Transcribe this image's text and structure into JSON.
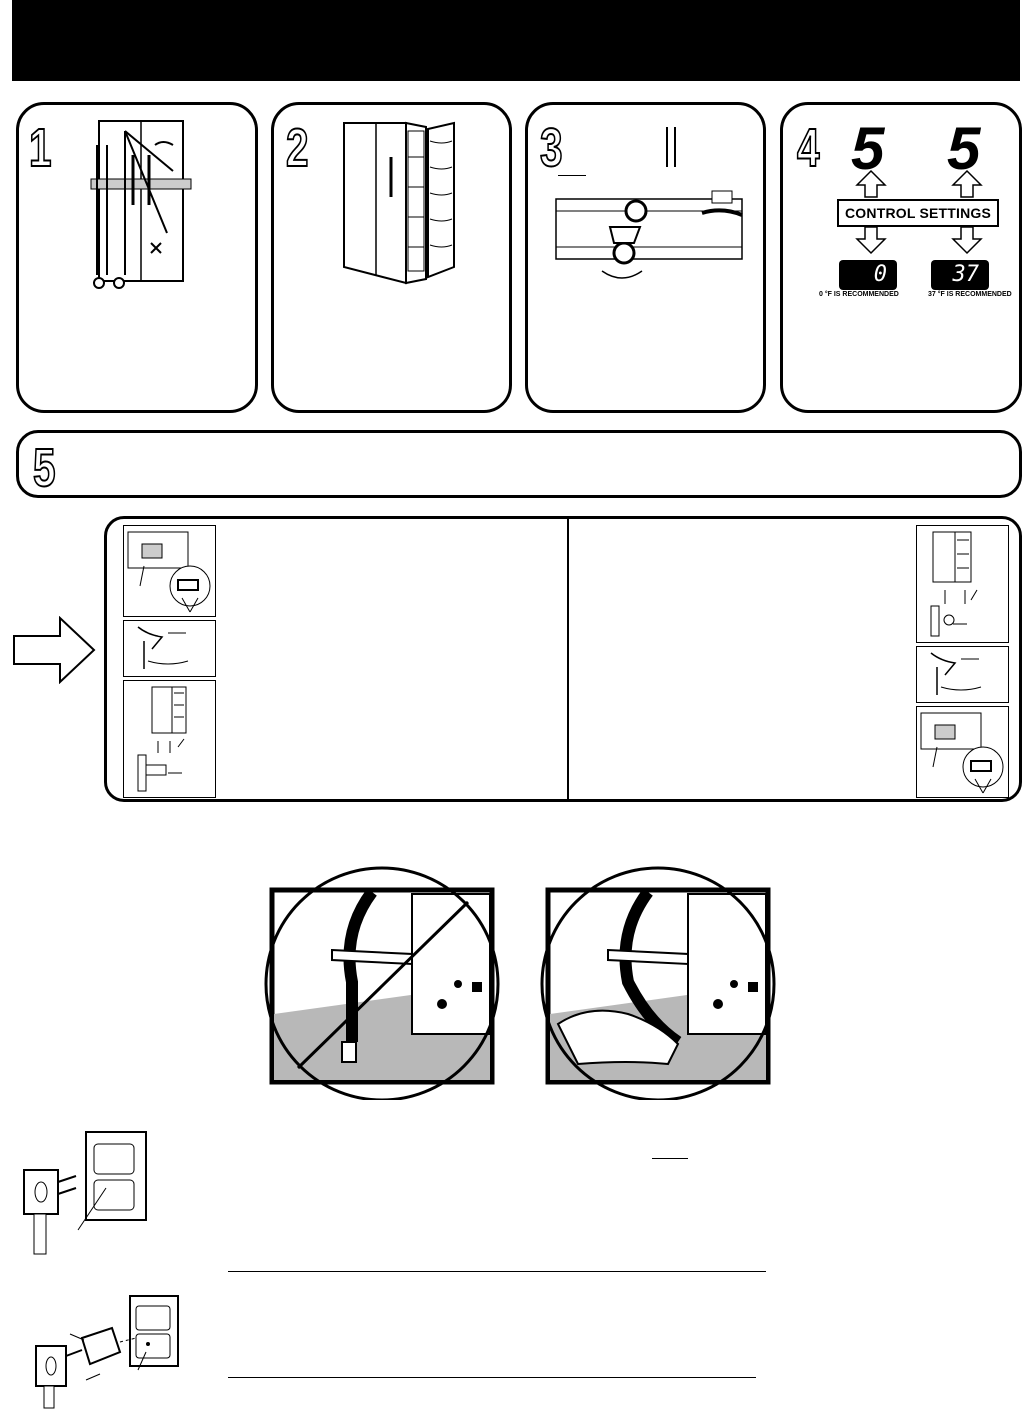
{
  "steps": [
    {
      "number": "1"
    },
    {
      "number": "2"
    },
    {
      "number": "3"
    },
    {
      "number": "4"
    },
    {
      "number": "5"
    }
  ],
  "controls": {
    "freezer_setting": "5",
    "fridge_setting": "5",
    "label": "CONTROL SETTINGS",
    "freezer_display": "0",
    "fridge_display": "37",
    "freezer_recommend": "0 °F IS RECOMMENDED",
    "fridge_recommend": "37 °F IS RECOMMENDED"
  },
  "icons": [
    "refrigerator-dolly",
    "refrigerator-open",
    "leveling-screw",
    "arrow-right",
    "power-cord-no",
    "power-cord-yes",
    "grounded-plug",
    "adapter-plug"
  ],
  "colors": {
    "ink": "#000000",
    "floor_gray": "#b8b8b8"
  }
}
